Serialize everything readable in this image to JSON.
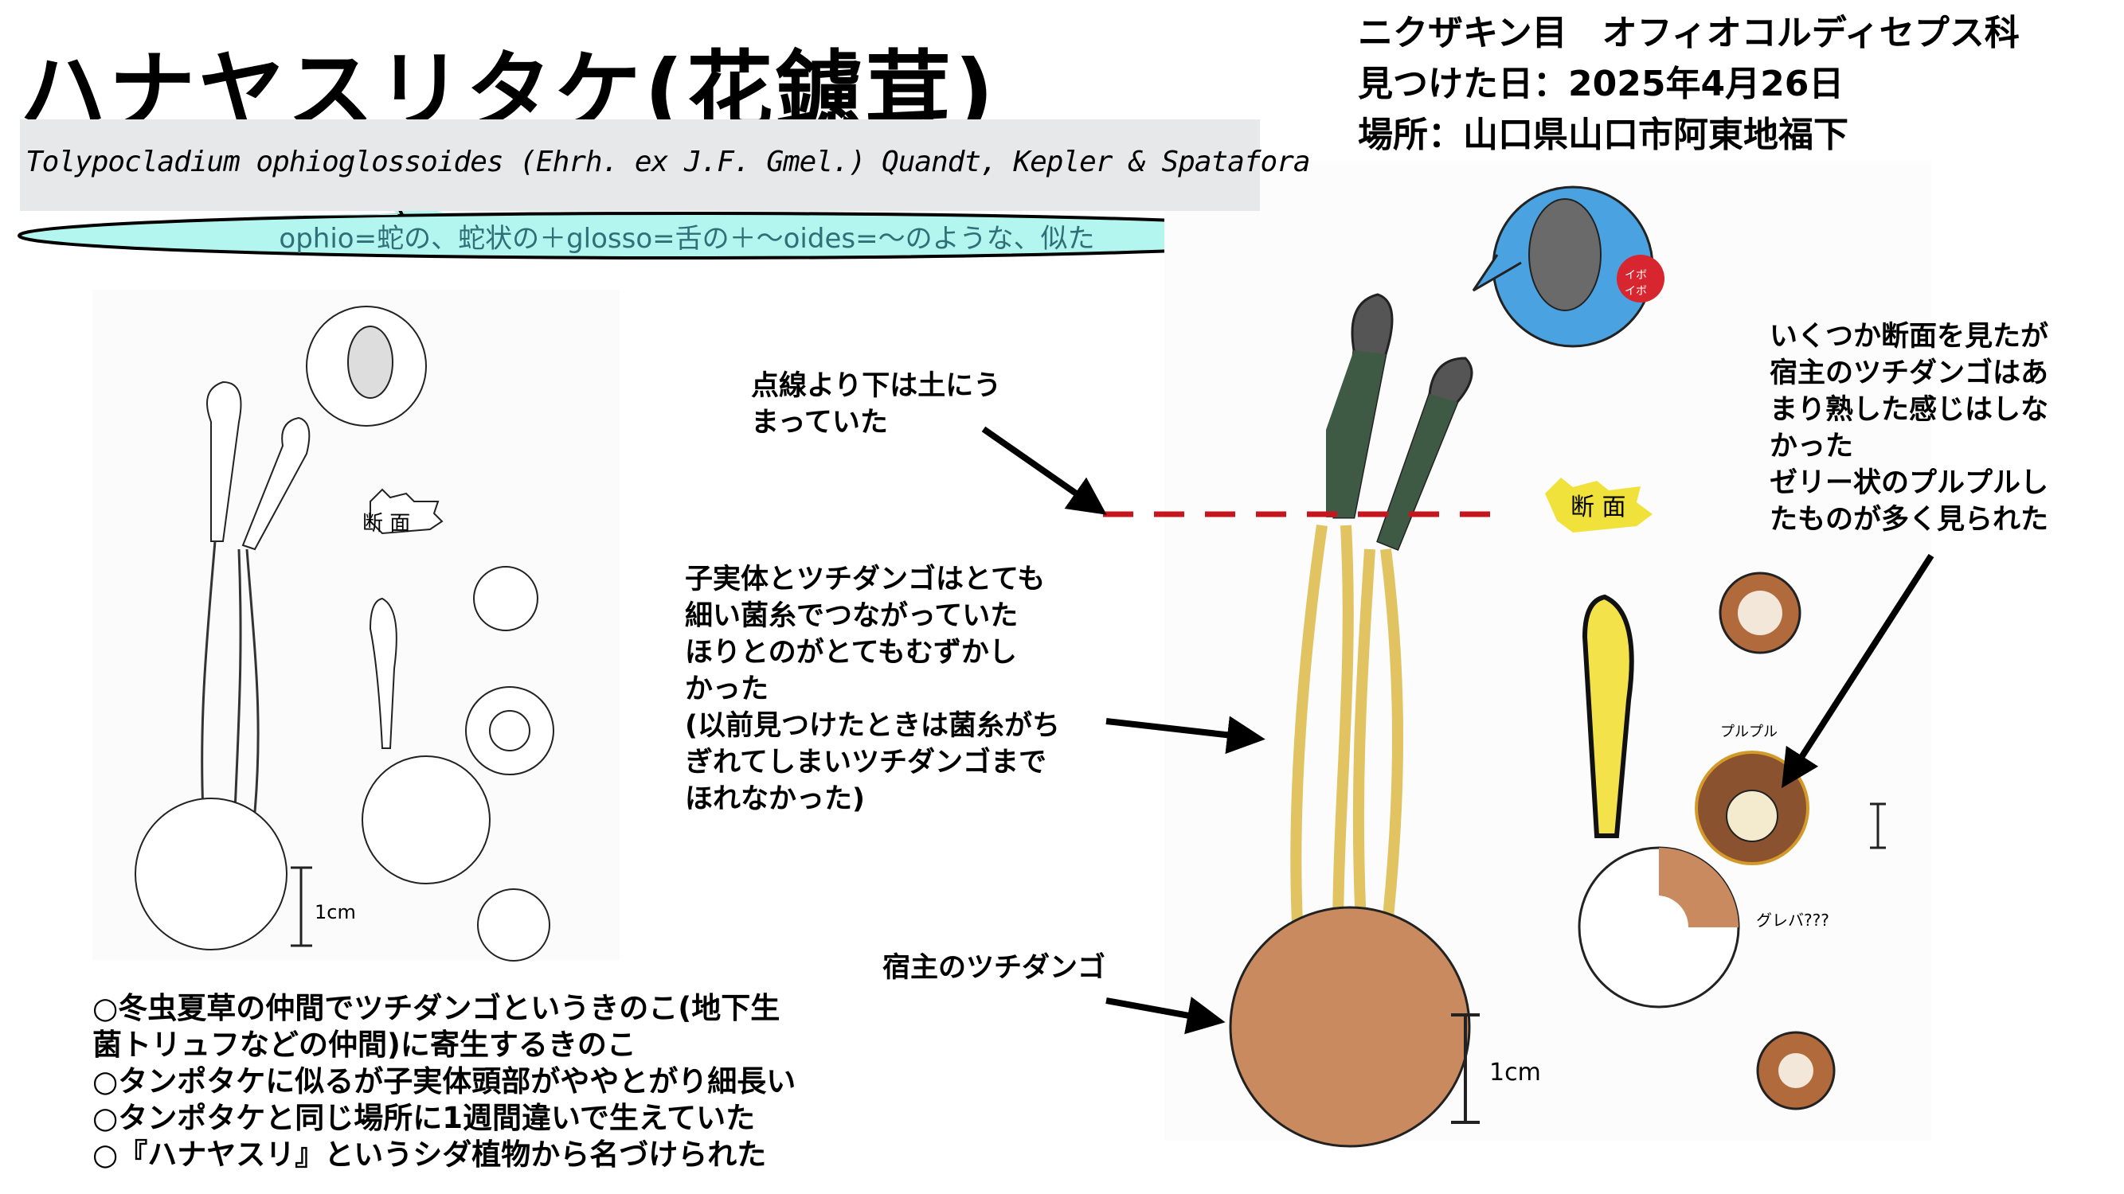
{
  "title": "ハナヤスリタケ(花鑢茸)",
  "scientific_name": "Tolypocladium ophioglossoides (Ehrh. ex J.F. Gmel.) Quandt, Kepler & Spatafora",
  "etymology": "ophio=蛇の、蛇状の＋glosso=舌の＋〜oides=〜のような、似た",
  "info": {
    "taxonomy": "ニクザキン目　オフィオコルディセプス科",
    "date_found": "見つけた日：2025年4月26日",
    "location": "場所：山口県山口市阿東地福下"
  },
  "annotations": {
    "soil": [
      "点線より下は土にう",
      "まっていた"
    ],
    "mycelium": [
      "子実体とツチダンゴはとても",
      "細い菌糸でつながっていた",
      "ほりとのがとてもむずかし",
      "かった",
      "(以前見つけたときは菌糸がち",
      "ぎれてしまいツチダンゴまで",
      "ほれなかった)"
    ],
    "cross_section": [
      "いくつか断面を見たが",
      "宿主のツチダンゴはあ",
      "まり熟した感じはしな",
      "かった",
      "ゼリー状のプルプルし",
      "たものが多く見られた"
    ],
    "host": "宿主のツチダンゴ"
  },
  "notes": [
    "○冬虫夏草の仲間でツチダンゴというきのこ(地下生",
    "菌トリュフなどの仲間)に寄生するきのこ",
    "○タンポタケに似るが子実体頭部がややとがり細長い",
    "○タンポタケと同じ場所に1週間違いで生えていた",
    "○『ハナヤスリ』というシダ植物から名づけられた"
  ],
  "sketch_labels": {
    "section": "断 面",
    "bumpy": "イボイボ",
    "jelly": "プルプル",
    "gleba": "グレバ???",
    "scale": "1cm"
  },
  "colors": {
    "callout_fill": "#b3f5ef",
    "dashed_line": "#c4161c",
    "host_brown": "#c88a5e",
    "stalk_green": "#3f5a44",
    "bubble_blue": "#4aa3e0"
  }
}
